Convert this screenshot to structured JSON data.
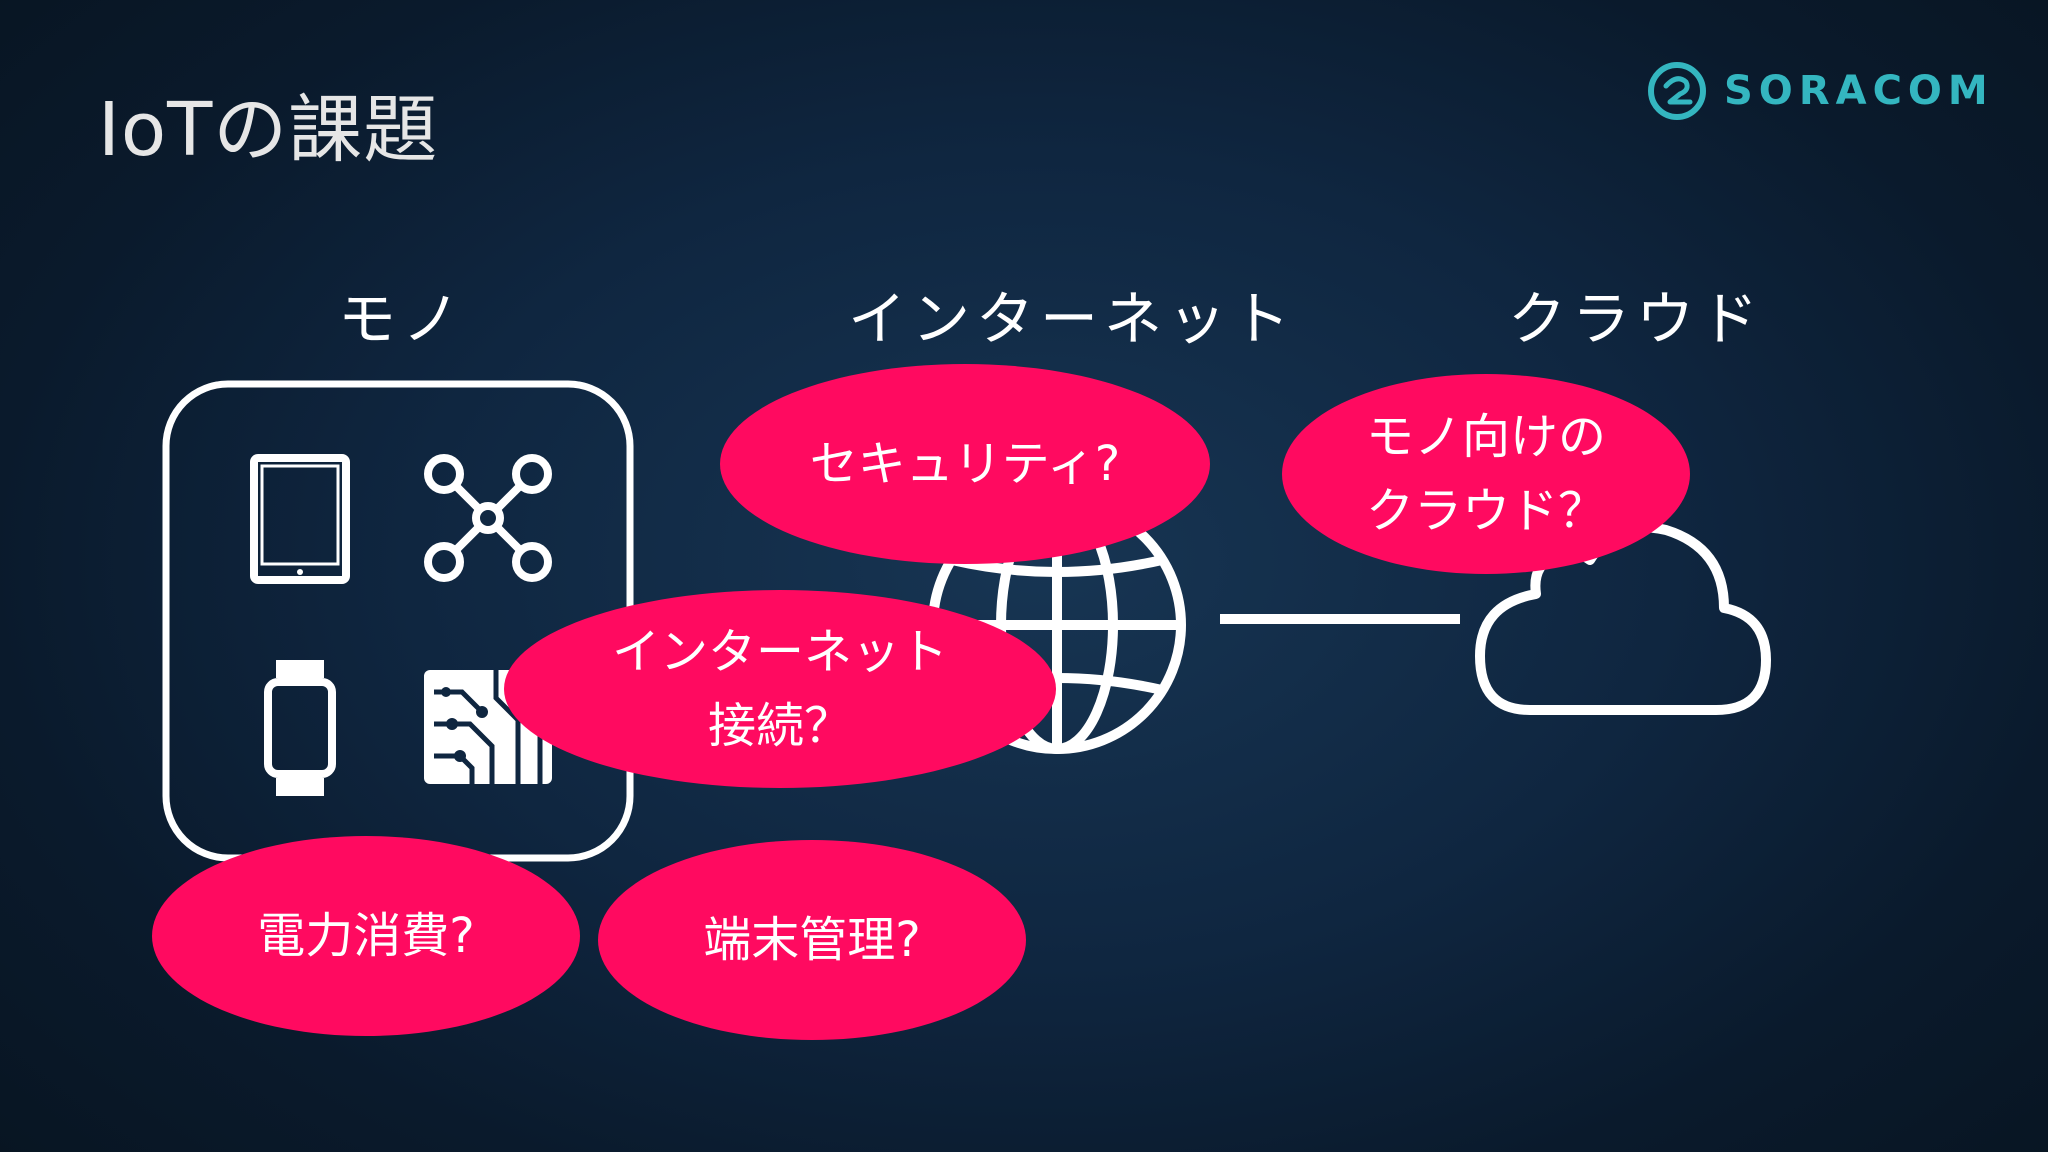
{
  "slide": {
    "title": "IoTの課題",
    "logo": {
      "text": "SORACOM",
      "icon": "soracom-logo-mark",
      "color": "#34b6c0"
    }
  },
  "columns": {
    "things": "モノ",
    "internet": "インターネット",
    "cloud": "クラウド"
  },
  "icons": {
    "tablet": "tablet-icon",
    "drone": "drone-icon",
    "watch": "smartwatch-icon",
    "chip": "chip-icon",
    "globe": "globe-icon",
    "cloud": "cloud-icon"
  },
  "bubbles": {
    "security": "セキュリティ?",
    "cloud_for_things": "モノ向けの\nクラウド？",
    "internet_connection": "インターネット\n接続？",
    "power": "電力消費?",
    "device_management": "端末管理?"
  },
  "colors": {
    "bubble": "#ff0a60",
    "background": "#0f2640",
    "icon_stroke": "#ffffff"
  }
}
